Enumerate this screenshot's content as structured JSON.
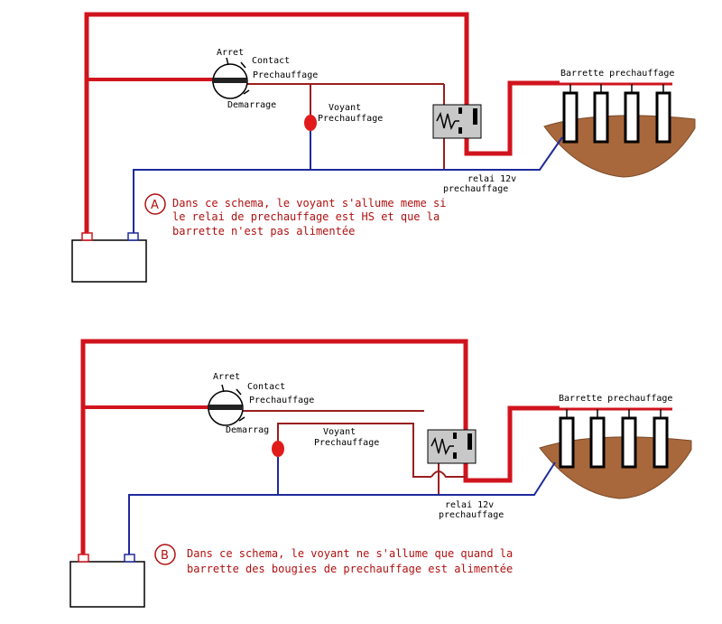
{
  "colors": {
    "red_wire": "#d0141e",
    "dark_red_wire": "#9a1e1e",
    "blue_wire": "#1e2a9c",
    "ground": "#a8683c",
    "note_text": "#b01010"
  },
  "diagram_a": {
    "letter": "A",
    "switch": {
      "arret": "Arret",
      "contact": "Contact",
      "prechauffage": "Prechauffage",
      "demarrage": "Demarrage"
    },
    "indicator_line1": "Voyant",
    "indicator_line2": "Prechauffage",
    "relay_line1": "relai 12v",
    "relay_line2": "prechauffage",
    "bar_label": "Barrette prechauffage",
    "note_line1": "Dans ce schema, le voyant s'allume meme si",
    "note_line2": "le relai de prechauffage est HS et que la",
    "note_line3": "barrette n'est pas alimentée"
  },
  "diagram_b": {
    "letter": "B",
    "switch": {
      "arret": "Arret",
      "contact": "Contact",
      "prechauffage": "Prechauffage",
      "demarrage": "Demarrag"
    },
    "indicator_line1": "Voyant",
    "indicator_line2": "Prechauffage",
    "relay_line1": "relai 12v",
    "relay_line2": "prechauffage",
    "bar_label": "Barrette prechauffage",
    "note_line1": "Dans ce schema, le voyant ne s'allume que quand la",
    "note_line2": "barrette des bougies de prechauffage est alimentée"
  }
}
